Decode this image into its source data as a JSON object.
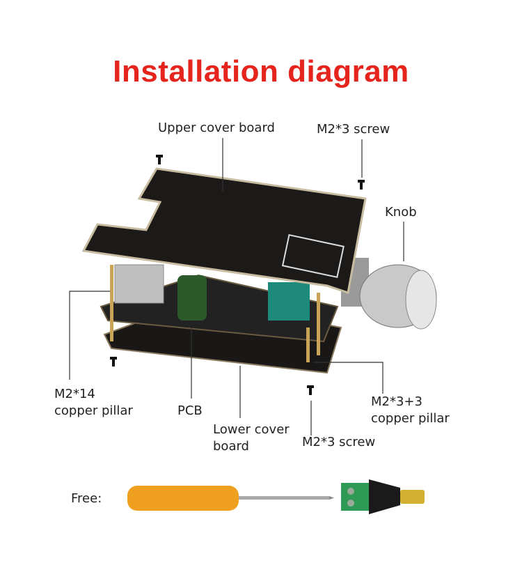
{
  "title": "Installation diagram",
  "labels": {
    "upper_cover": "Upper cover board",
    "screw_top": "M2*3 screw",
    "knob": "Knob",
    "pillar14_l1": "M2*14",
    "pillar14_l2": "copper pillar",
    "pcb": "PCB",
    "lower_l1": "Lower cover",
    "lower_l2": "board",
    "screw_bottom": "M2*3 screw",
    "pillar33_l1": "M2*3+3",
    "pillar33_l2": "copper pillar"
  },
  "free": {
    "label": "Free:"
  },
  "colors": {
    "title": "#e5251d",
    "board": "#1c1a18",
    "handle": "#f0a020",
    "terminal": "#2e9a55"
  }
}
